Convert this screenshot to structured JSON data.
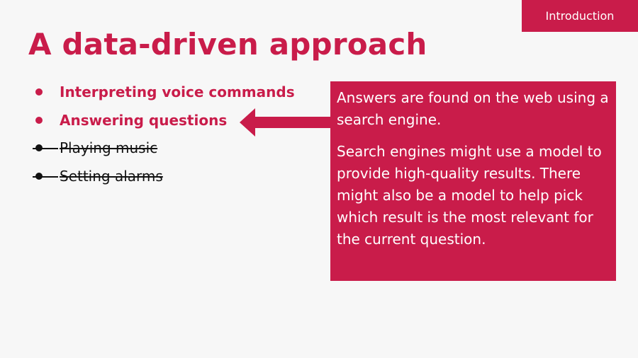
{
  "section_tab": "Introduction",
  "title": "A data-driven approach",
  "bullets": [
    {
      "label": "Interpreting voice commands"
    },
    {
      "label": "Answering questions"
    },
    {
      "label": "Playing music"
    },
    {
      "label": "Setting alarms"
    }
  ],
  "callout": {
    "paragraph_1": "Answers are found on the web using a search engine.",
    "paragraph_2": "Search engines might use a model to provide high-quality results. There might also be a model to help pick which result is the most relevant for the current question."
  },
  "colors": {
    "accent": "#c91c4a",
    "background": "#f7f7f7",
    "text": "#111111"
  }
}
